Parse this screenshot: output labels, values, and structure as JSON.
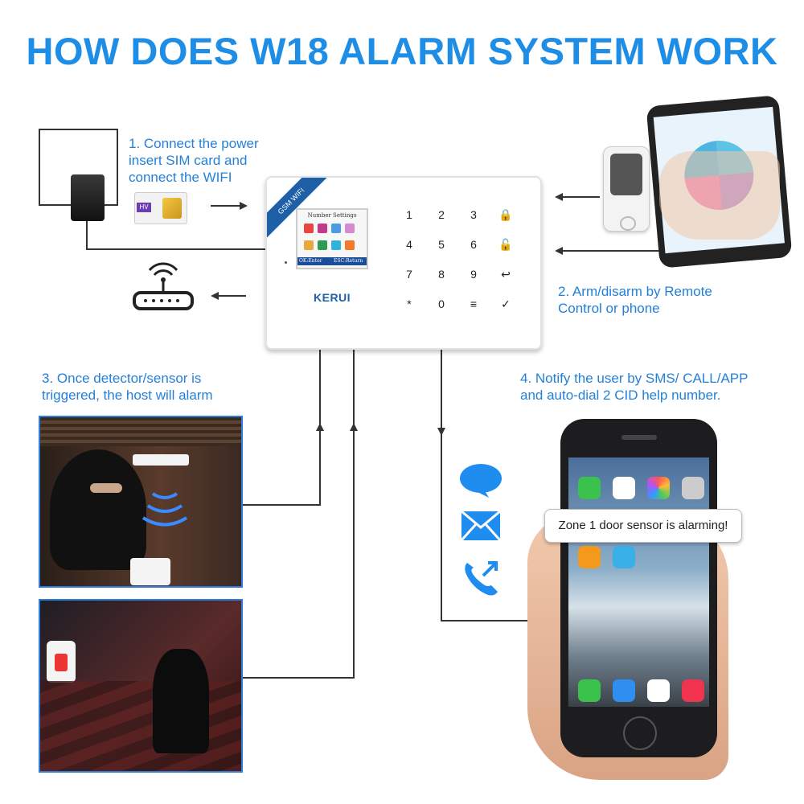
{
  "title": "HOW DOES W18 ALARM SYSTEM WORK",
  "steps": {
    "step1": [
      "1. Connect the power",
      "insert SIM card and",
      "connect the WIFI"
    ],
    "step2": [
      "2. Arm/disarm by Remote",
      "Control or phone"
    ],
    "step3": [
      "3. Once detector/sensor is",
      "triggered, the host will alarm"
    ],
    "step4": [
      "4.  Notify the user by SMS/ CALL/APP",
      "and auto-dial 2 CID help number."
    ]
  },
  "host": {
    "brand": "KERUI",
    "corner_label": "GSM WIFI",
    "screen_title": "Number Settings",
    "screen_left": "OK:Enter",
    "screen_right": "ESC:Return",
    "keys": [
      "1",
      "2",
      "3",
      "🔒",
      "4",
      "5",
      "6",
      "🔓",
      "7",
      "8",
      "9",
      "↩",
      "*",
      "0",
      "≡",
      "✓"
    ]
  },
  "sim": {
    "label": "HV"
  },
  "notification": "Zone 1 door sensor is alarming!",
  "colors": {
    "accent": "#1e8de6",
    "caption": "#2480d8",
    "photo_border": "#2b7de0",
    "host_band": "#1f5fa8"
  }
}
